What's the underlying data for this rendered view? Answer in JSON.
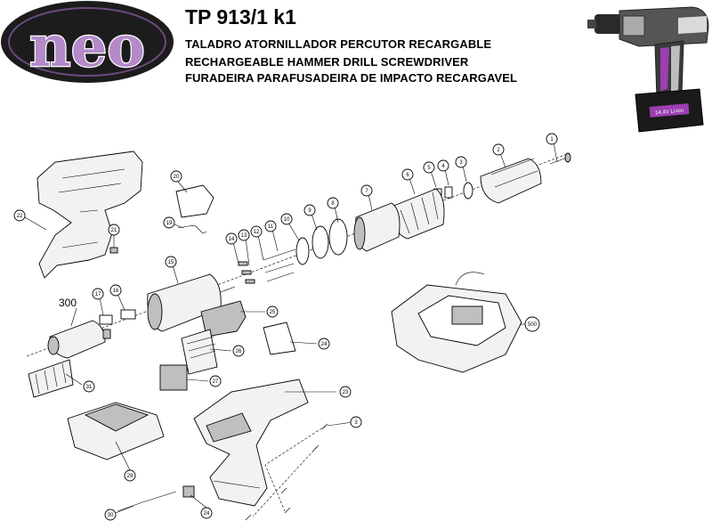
{
  "brand": {
    "logo_text": "neo",
    "color_outer": "#222222",
    "color_inner": "#b48ac8"
  },
  "header": {
    "model": "TP 913/1 k1",
    "subtitle_es": "TALADRO ATORNILLADOR PERCUTOR RECARGABLE",
    "subtitle_en": "RECHARGEABLE HAMMER DRILL SCREWDRIVER",
    "subtitle_pt": "FURADEIRA PARAFUSADEIRA DE IMPACTO RECARGAVEL"
  },
  "parts": {
    "p1": "1",
    "p2": "2",
    "p3a": "3",
    "p3b": "3",
    "p4": "4",
    "p5": "5",
    "p6": "6",
    "p7": "7",
    "p8": "8",
    "p9": "9",
    "p10": "10",
    "p11": "11",
    "p12": "12",
    "p13": "13",
    "p14": "14",
    "p15": "15",
    "p16": "16",
    "p17": "17",
    "p19": "19",
    "p20": "20",
    "p21": "21",
    "p22": "22",
    "p23": "23",
    "p24a": "24",
    "p24b": "24",
    "p25": "25",
    "p26": "26",
    "p27": "27",
    "p29": "29",
    "p30": "30",
    "p31": "31",
    "p300": "300",
    "p500": "500"
  },
  "product_photo": {
    "battery_label": "14.4V Li-ion"
  }
}
